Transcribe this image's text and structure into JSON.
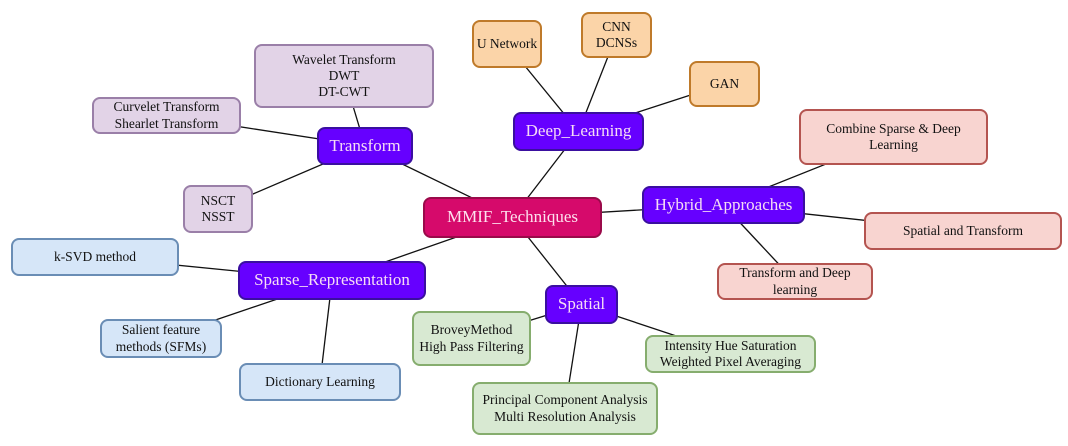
{
  "diagram": {
    "type": "mind-map",
    "root": {
      "id": "root",
      "label": [
        "MMIF_Techniques"
      ],
      "color": "#d60a6b"
    },
    "branch_color": "#6600ff",
    "branches": [
      {
        "id": "transform",
        "label": [
          "Transform"
        ]
      },
      {
        "id": "deep",
        "label": [
          "Deep_Learning"
        ]
      },
      {
        "id": "hybrid",
        "label": [
          "Hybrid_Approaches"
        ]
      },
      {
        "id": "sparse",
        "label": [
          "Sparse_Representation"
        ]
      },
      {
        "id": "spatial",
        "label": [
          "Spatial"
        ]
      }
    ],
    "leaves": [
      {
        "id": "wavelet",
        "parent": "transform",
        "label": [
          "Wavelet Transform",
          "DWT",
          "DT-CWT"
        ],
        "color": "#e2d3e7"
      },
      {
        "id": "curvelet",
        "parent": "transform",
        "label": [
          "Curvelet Transform",
          "Shearlet Transform"
        ],
        "color": "#e2d3e7"
      },
      {
        "id": "nsct",
        "parent": "transform",
        "label": [
          "NSCT",
          "NSST"
        ],
        "color": "#e2d3e7"
      },
      {
        "id": "unet",
        "parent": "deep",
        "label": [
          "U Network"
        ],
        "color": "#fbd4a8"
      },
      {
        "id": "cnn",
        "parent": "deep",
        "label": [
          "CNN",
          "DCNSs"
        ],
        "color": "#fbd4a8"
      },
      {
        "id": "gan",
        "parent": "deep",
        "label": [
          "GAN"
        ],
        "color": "#fbd4a8"
      },
      {
        "id": "combine",
        "parent": "hybrid",
        "label": [
          "Combine Sparse & Deep",
          "Learning"
        ],
        "color": "#f8d4d0"
      },
      {
        "id": "spatial-transform",
        "parent": "hybrid",
        "label": [
          "Spatial and Transform"
        ],
        "color": "#f8d4d0"
      },
      {
        "id": "transform-deep",
        "parent": "hybrid",
        "label": [
          "Transform and Deep",
          "learning"
        ],
        "color": "#f8d4d0"
      },
      {
        "id": "ksvd",
        "parent": "sparse",
        "label": [
          "k-SVD method"
        ],
        "color": "#d6e6f8"
      },
      {
        "id": "salient",
        "parent": "sparse",
        "label": [
          "Salient feature",
          "methods (SFMs)"
        ],
        "color": "#d6e6f8"
      },
      {
        "id": "dictionary",
        "parent": "sparse",
        "label": [
          "Dictionary Learning"
        ],
        "color": "#d6e6f8"
      },
      {
        "id": "brovey",
        "parent": "spatial",
        "label": [
          "BroveyMethod",
          "High Pass Filtering"
        ],
        "color": "#d8e9d2"
      },
      {
        "id": "ihs",
        "parent": "spatial",
        "label": [
          "Intensity Hue Saturation",
          "Weighted Pixel Averaging"
        ],
        "color": "#d8e9d2"
      },
      {
        "id": "pca",
        "parent": "spatial",
        "label": [
          "Principal Component Analysis",
          "Multi Resolution Analysis"
        ],
        "color": "#d8e9d2"
      }
    ]
  }
}
